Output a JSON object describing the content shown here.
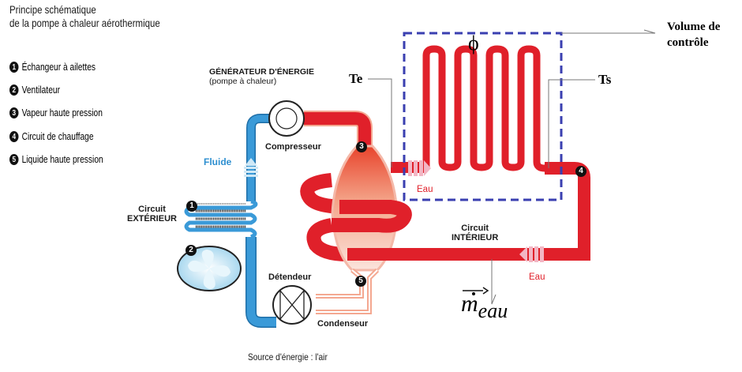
{
  "title": {
    "line1": "Principe schématique",
    "line2": "de la pompe à chaleur aérothermique"
  },
  "legend": [
    {
      "num": "1",
      "label": "Échangeur à ailettes"
    },
    {
      "num": "2",
      "label": "Ventilateur"
    },
    {
      "num": "3",
      "label": "Vapeur haute pression"
    },
    {
      "num": "4",
      "label": "Circuit de chauffage"
    },
    {
      "num": "5",
      "label": "Liquide haute pression"
    }
  ],
  "generator": {
    "line1": "GÉNÉRATEUR D'ÉNERGIE",
    "line2": "(pompe à chaleur)"
  },
  "components": {
    "compressor": "Compresseur",
    "expander": "Détendeur",
    "condenser": "Condenseur",
    "fluid": "Fluide"
  },
  "circuits": {
    "exterior_line1": "Circuit",
    "exterior_line2": "EXTÉRIEUR",
    "interior_line1": "Circuit",
    "interior_line2": "INTÉRIEUR"
  },
  "water_labels": {
    "inlet": "Eau",
    "outlet": "Eau"
  },
  "source": "Source d'énergie : l'air",
  "annotations": {
    "te": "Te",
    "ts": "Ts",
    "phi": "ϕ",
    "control_volume_line1": "Volume de",
    "control_volume_line2": "contrôle",
    "mass_flow": "m",
    "mass_flow_sub": "eau"
  },
  "badges": {
    "b1": "1",
    "b2": "2",
    "b3": "3",
    "b4": "4",
    "b5": "5"
  },
  "colors": {
    "hot": "#e0202a",
    "cold": "#2e8fd0",
    "condenser_light": "#f4a891",
    "control_volume": "#3a3fb0",
    "water_arrow": "#f2b6c4"
  }
}
